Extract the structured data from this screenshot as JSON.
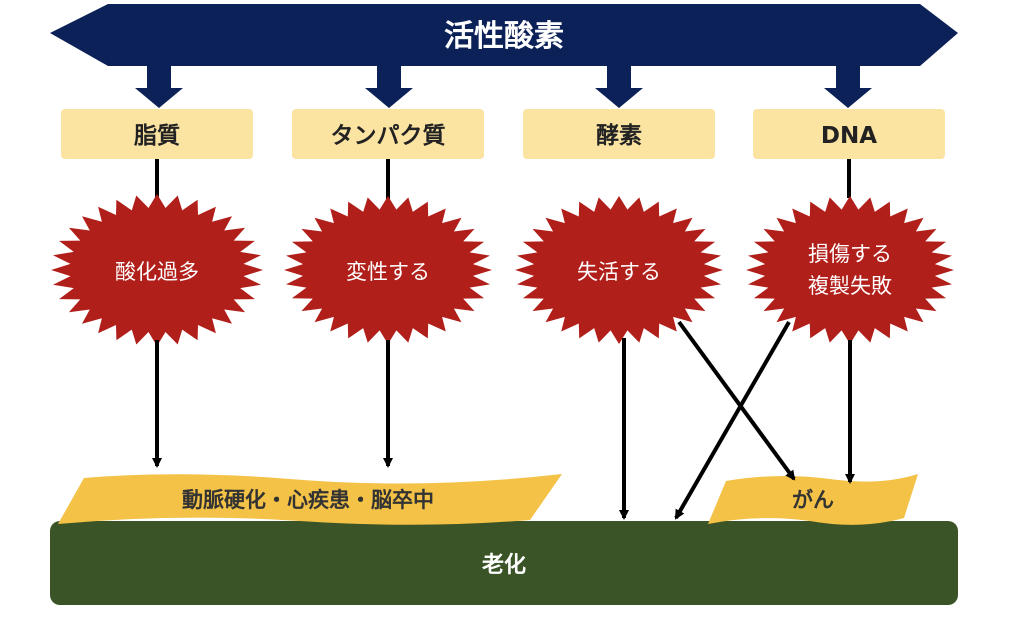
{
  "title": "活性酸素",
  "targets": [
    {
      "label": "脂質"
    },
    {
      "label": "タンパク質"
    },
    {
      "label": "酵素"
    },
    {
      "label": "DNA"
    }
  ],
  "effects": [
    {
      "lines": [
        "酸化過多"
      ]
    },
    {
      "lines": [
        "変性する"
      ]
    },
    {
      "lines": [
        "失活する"
      ]
    },
    {
      "lines": [
        "損傷する",
        "複製失敗"
      ]
    }
  ],
  "outcomes": {
    "cardio": "動脈硬化・心疾患・脳卒中",
    "cancer": "がん",
    "aging": "老化"
  },
  "colors": {
    "banner": "#0c2157",
    "target_box": "#fbe3a2",
    "burst": "#b11f1a",
    "burst_text": "#ffffff",
    "outcome": "#f3c246",
    "aging": "#3b5427",
    "arrow": "#000000"
  }
}
